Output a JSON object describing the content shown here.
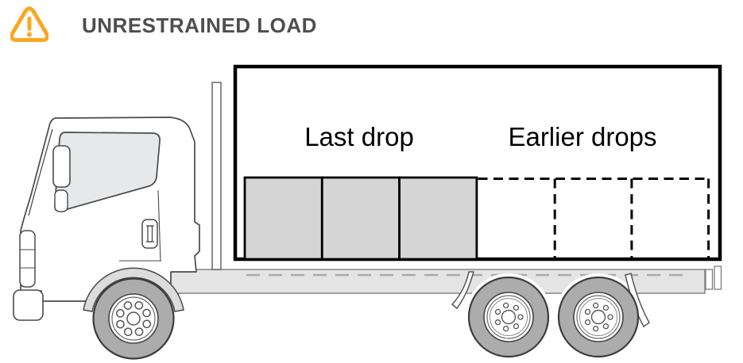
{
  "header": {
    "title": "UNRESTRAINED LOAD",
    "warning_icon": "warning-triangle-icon",
    "warning_color": "#F7A823",
    "title_color": "#4E4E4E"
  },
  "diagram": {
    "description": "Side view of a box truck showing an unrestrained load: remaining pallets (last drop) pushed to the front of the cargo area, empty dashed outlines where earlier drops were removed",
    "cargo": {
      "last_drop_label": "Last drop",
      "earlier_drops_label": "Earlier drops",
      "solid_box_count": 3,
      "dashed_box_count": 3,
      "solid_box_fill": "#D5D5D5",
      "outline_color": "#000000"
    },
    "truck": {
      "view": "side-profile",
      "line_color": "#4A4A4A",
      "tire_color": "#ACACAC",
      "bed_color": "#E4E4E4",
      "window_color": "#E6E8E9",
      "fender_color": "#DCDCDC",
      "wheels": {
        "front": 1,
        "rear": 2
      }
    }
  }
}
